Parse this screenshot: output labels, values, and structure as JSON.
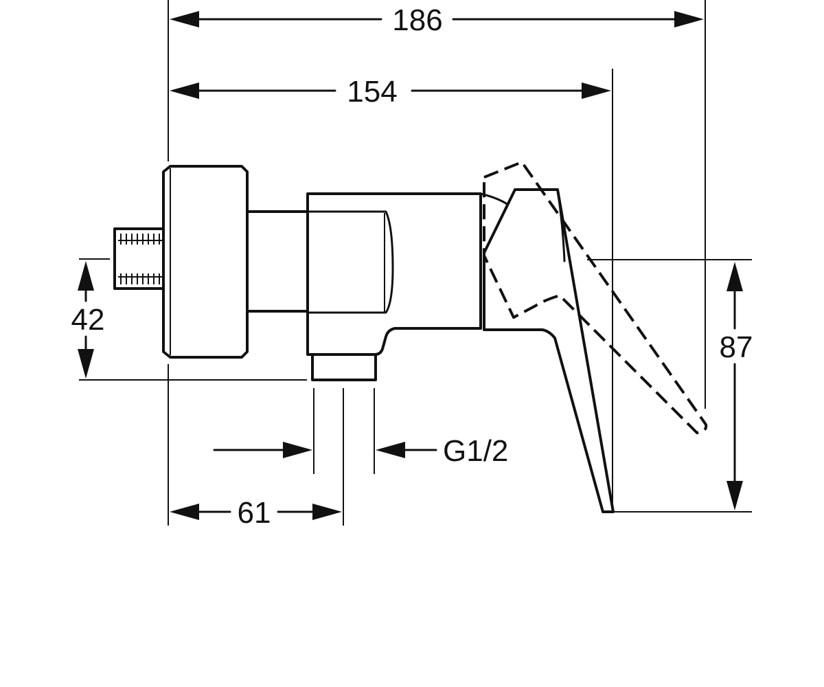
{
  "dimensions": {
    "overall_length": "186",
    "body_length": "154",
    "outlet_offset": "61",
    "inlet_height": "42",
    "handle_height": "87",
    "thread_size": "G1/2"
  }
}
